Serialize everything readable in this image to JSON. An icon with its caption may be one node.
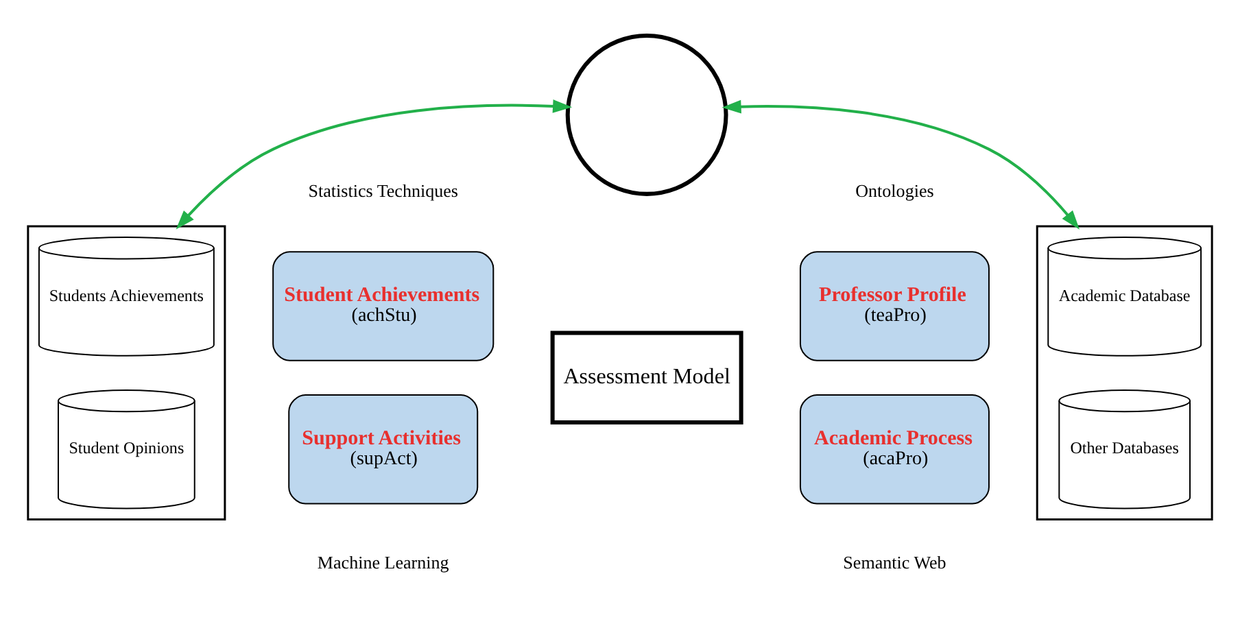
{
  "diagram": {
    "nodes": [
      {
        "text": [],
        "shape": "box"
      },
      {
        "text": [
          "Students Achievements"
        ],
        "in": 0
      },
      {
        "text": [
          "Student Opinions"
        ],
        "in": 0
      },
      {
        "text": [],
        "shape": "circle"
      },
      {
        "text": [
          "Student Achievements",
          "(achStu)"
        ]
      },
      {
        "text": [
          "Support Activities",
          "(supAct)"
        ]
      },
      {
        "text": [
          "Assessment Model"
        ]
      },
      {
        "text": [
          "Professor Profile",
          "(teaPro)"
        ]
      },
      {
        "text": [
          "Academic Process",
          "(acaPro)"
        ]
      },
      {
        "text": [],
        "shape": "box"
      },
      {
        "text": [
          "Academic Database"
        ],
        "in": 9
      },
      {
        "text": [
          "Other Databases"
        ],
        "in": 9
      }
    ],
    "edges": [
      {
        "from": 0,
        "to": 3,
        "arrow": "both",
        "color": "#22b04a"
      },
      {
        "from": 3,
        "to": 9,
        "arrow": "both",
        "color": "#22b04a"
      }
    ],
    "labels": [
      "Statistics Techniques",
      "Ontologies",
      "Machine Learning",
      "Semantic Web"
    ]
  }
}
